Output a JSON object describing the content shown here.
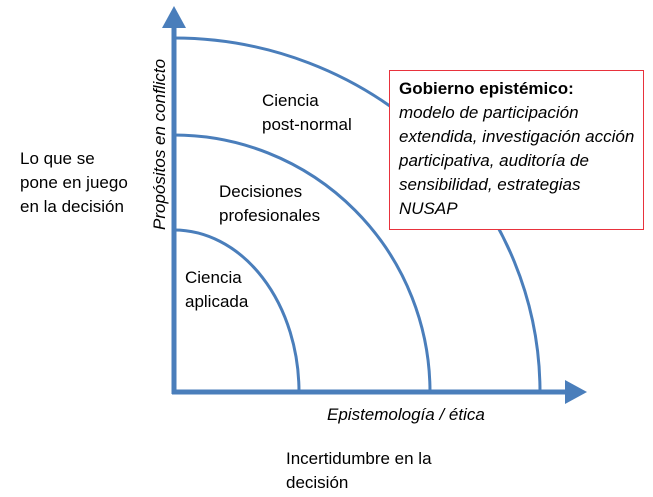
{
  "axes": {
    "y_label": "Propósitos en conflicto",
    "x_label": "Epistemología / ética"
  },
  "outer_labels": {
    "stakes": "Lo que se pone en juego en la decisión",
    "uncertainty": "Incertidumbre en la decisión"
  },
  "zones": {
    "applied": {
      "line1": "Ciencia",
      "line2": "aplicada"
    },
    "professional": {
      "line1": "Decisiones",
      "line2": "profesionales"
    },
    "postnormal": {
      "line1": "Ciencia",
      "line2": "post-normal"
    }
  },
  "callout": {
    "title": "Gobierno epistémico:",
    "body": "modelo de participación extendida, investigación acción participativa, auditoría de sensibilidad, estrategias NUSAP"
  },
  "colors": {
    "axis": "#4a7ebb",
    "callout_border": "#e8323c"
  }
}
